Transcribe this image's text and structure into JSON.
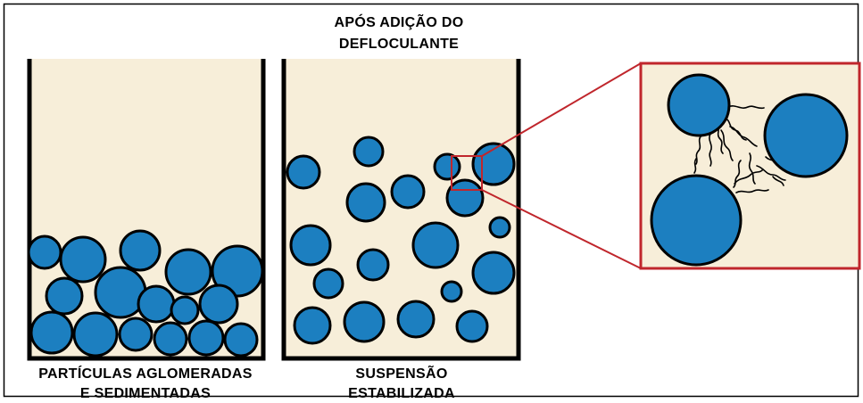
{
  "figure": {
    "top_caption_lines": [
      "APÓS ADIÇÃO DO",
      "DEFLOCULANTE"
    ],
    "left_caption_lines": [
      "PARTÍCULAS AGLOMERADAS",
      "E SEDIMENTADAS"
    ],
    "middle_caption_lines": [
      "SUSPENSÃO",
      "ESTABILIZADA"
    ]
  },
  "colors": {
    "particle": "#1c7fc0",
    "outline": "#000000",
    "container": "#f7eed9",
    "zoom": "#c0262c"
  }
}
